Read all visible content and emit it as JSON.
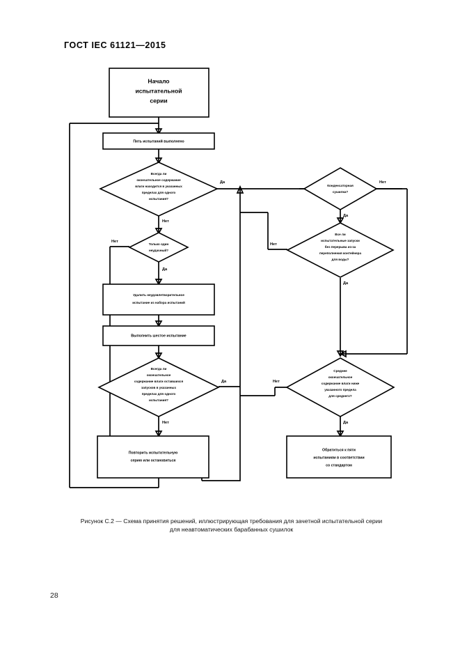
{
  "document": {
    "header": "ГОСТ IEC 61121—2015",
    "page_number": "28",
    "figure_caption_line1": "Рисунок С.2 — Схема принятия решений, иллюстрирующая требования для зачетной испытательной серии",
    "figure_caption_line2": "для неавтоматических барабанных сушилок"
  },
  "flowchart": {
    "type": "decision-flowchart",
    "nodes": {
      "start": {
        "shape": "box",
        "lines": [
          "Начало",
          "испытательной",
          "серии"
        ]
      },
      "five_tests_done": {
        "shape": "box",
        "lines": [
          "Пять испытаний выполнено"
        ]
      },
      "d_moisture_single": {
        "shape": "diamond",
        "lines": [
          "Всегда ли",
          "окончательное содержание",
          "влаги находится в указанных",
          "пределах для одного",
          "испытания?"
        ]
      },
      "d_only_one_fail": {
        "shape": "diamond",
        "lines": [
          "Только один",
          "неудачный?"
        ]
      },
      "remove_test": {
        "shape": "box",
        "lines": [
          "Удалить неудовлетворительное",
          "испытание из набора испытаний"
        ]
      },
      "run_sixth": {
        "shape": "box",
        "lines": [
          "Выполнить шестое испытание"
        ]
      },
      "d_remaining_runs": {
        "shape": "diamond",
        "lines": [
          "Всегда ли",
          "окончательное",
          "содержание влаги оставшихся",
          "запусков в указанных",
          "пределах для одного",
          "испытания?"
        ]
      },
      "repeat_or_stop": {
        "shape": "box",
        "lines": [
          "Повторить испытательную",
          "серию или остановиться"
        ]
      },
      "d_condenser": {
        "shape": "diamond",
        "lines": [
          "Конденсаторная",
          "сушилка?"
        ]
      },
      "d_no_interruption": {
        "shape": "diamond",
        "lines": [
          "Все ли",
          "испытательные запуски",
          "без перерыва из-за",
          "переполнения контейнера",
          "для воды?"
        ]
      },
      "d_average_moisture": {
        "shape": "diamond",
        "lines": [
          "Среднее",
          "окончательное",
          "содержание влаги ниже",
          "указанного предела",
          "для среднего?"
        ]
      },
      "refer_five_tests": {
        "shape": "box",
        "lines": [
          "Обратиться к пяти",
          "испытаниям в соответствии",
          "со стандартом"
        ]
      }
    },
    "edge_labels": {
      "yes": "Да",
      "no": "Нет"
    },
    "edges": [
      {
        "from": "start",
        "to": "five_tests_done",
        "label": ""
      },
      {
        "from": "five_tests_done",
        "to": "d_moisture_single",
        "label": ""
      },
      {
        "from": "d_moisture_single",
        "to": "d_condenser",
        "label": "Да"
      },
      {
        "from": "d_moisture_single",
        "to": "d_only_one_fail",
        "label": "Нет"
      },
      {
        "from": "d_only_one_fail",
        "to": "remove_test",
        "label": "Да"
      },
      {
        "from": "d_only_one_fail",
        "to": "repeat_or_stop",
        "label": "Нет"
      },
      {
        "from": "remove_test",
        "to": "run_sixth",
        "label": ""
      },
      {
        "from": "run_sixth",
        "to": "d_remaining_runs",
        "label": ""
      },
      {
        "from": "d_remaining_runs",
        "to": "d_condenser",
        "label": "Да"
      },
      {
        "from": "d_remaining_runs",
        "to": "repeat_or_stop",
        "label": "Нет"
      },
      {
        "from": "d_condenser",
        "to": "d_no_interruption",
        "label": "Да"
      },
      {
        "from": "d_condenser",
        "to": "d_average_moisture",
        "label": "Нет"
      },
      {
        "from": "d_no_interruption",
        "to": "d_average_moisture",
        "label": "Да"
      },
      {
        "from": "d_no_interruption",
        "to": "repeat_or_stop",
        "label": "Нет"
      },
      {
        "from": "d_average_moisture",
        "to": "refer_five_tests",
        "label": "Да"
      },
      {
        "from": "d_average_moisture",
        "to": "repeat_or_stop",
        "label": "Нет"
      },
      {
        "from": "repeat_or_stop",
        "to": "five_tests_done",
        "label": ""
      }
    ],
    "colors": {
      "line": "#000000",
      "fill": "#ffffff",
      "text": "#000000"
    }
  }
}
